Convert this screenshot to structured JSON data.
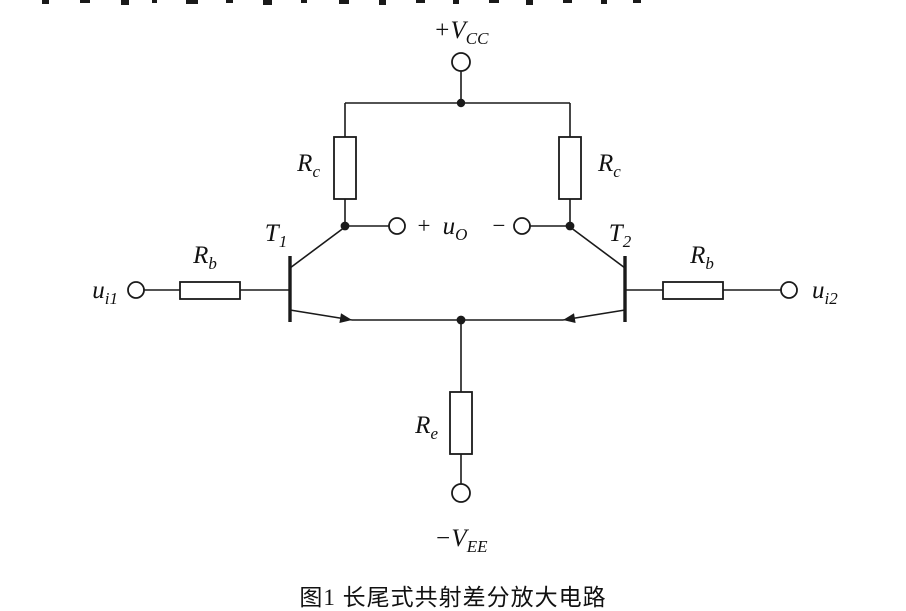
{
  "figure": {
    "caption": "图1 长尾式共射差分放大电路"
  },
  "labels": {
    "vcc": {
      "text": "+V",
      "sub": "CC"
    },
    "vee": {
      "text": "−V",
      "sub": "EE"
    },
    "rc_left": {
      "text": "R",
      "sub": "c"
    },
    "rc_right": {
      "text": "R",
      "sub": "c"
    },
    "rb_left": {
      "text": "R",
      "sub": "b"
    },
    "rb_right": {
      "text": "R",
      "sub": "b"
    },
    "re": {
      "text": "R",
      "sub": "e"
    },
    "t1": {
      "text": "T",
      "sub": "1"
    },
    "t2": {
      "text": "T",
      "sub": "2"
    },
    "ui1": {
      "text": "u",
      "sub": "i1"
    },
    "ui2": {
      "text": "u",
      "sub": "i2"
    },
    "uo": {
      "plus": "+",
      "text": "u",
      "sub": "O",
      "minus": "−"
    }
  },
  "colors": {
    "ink": "#1a1a1a",
    "background": "#ffffff"
  }
}
